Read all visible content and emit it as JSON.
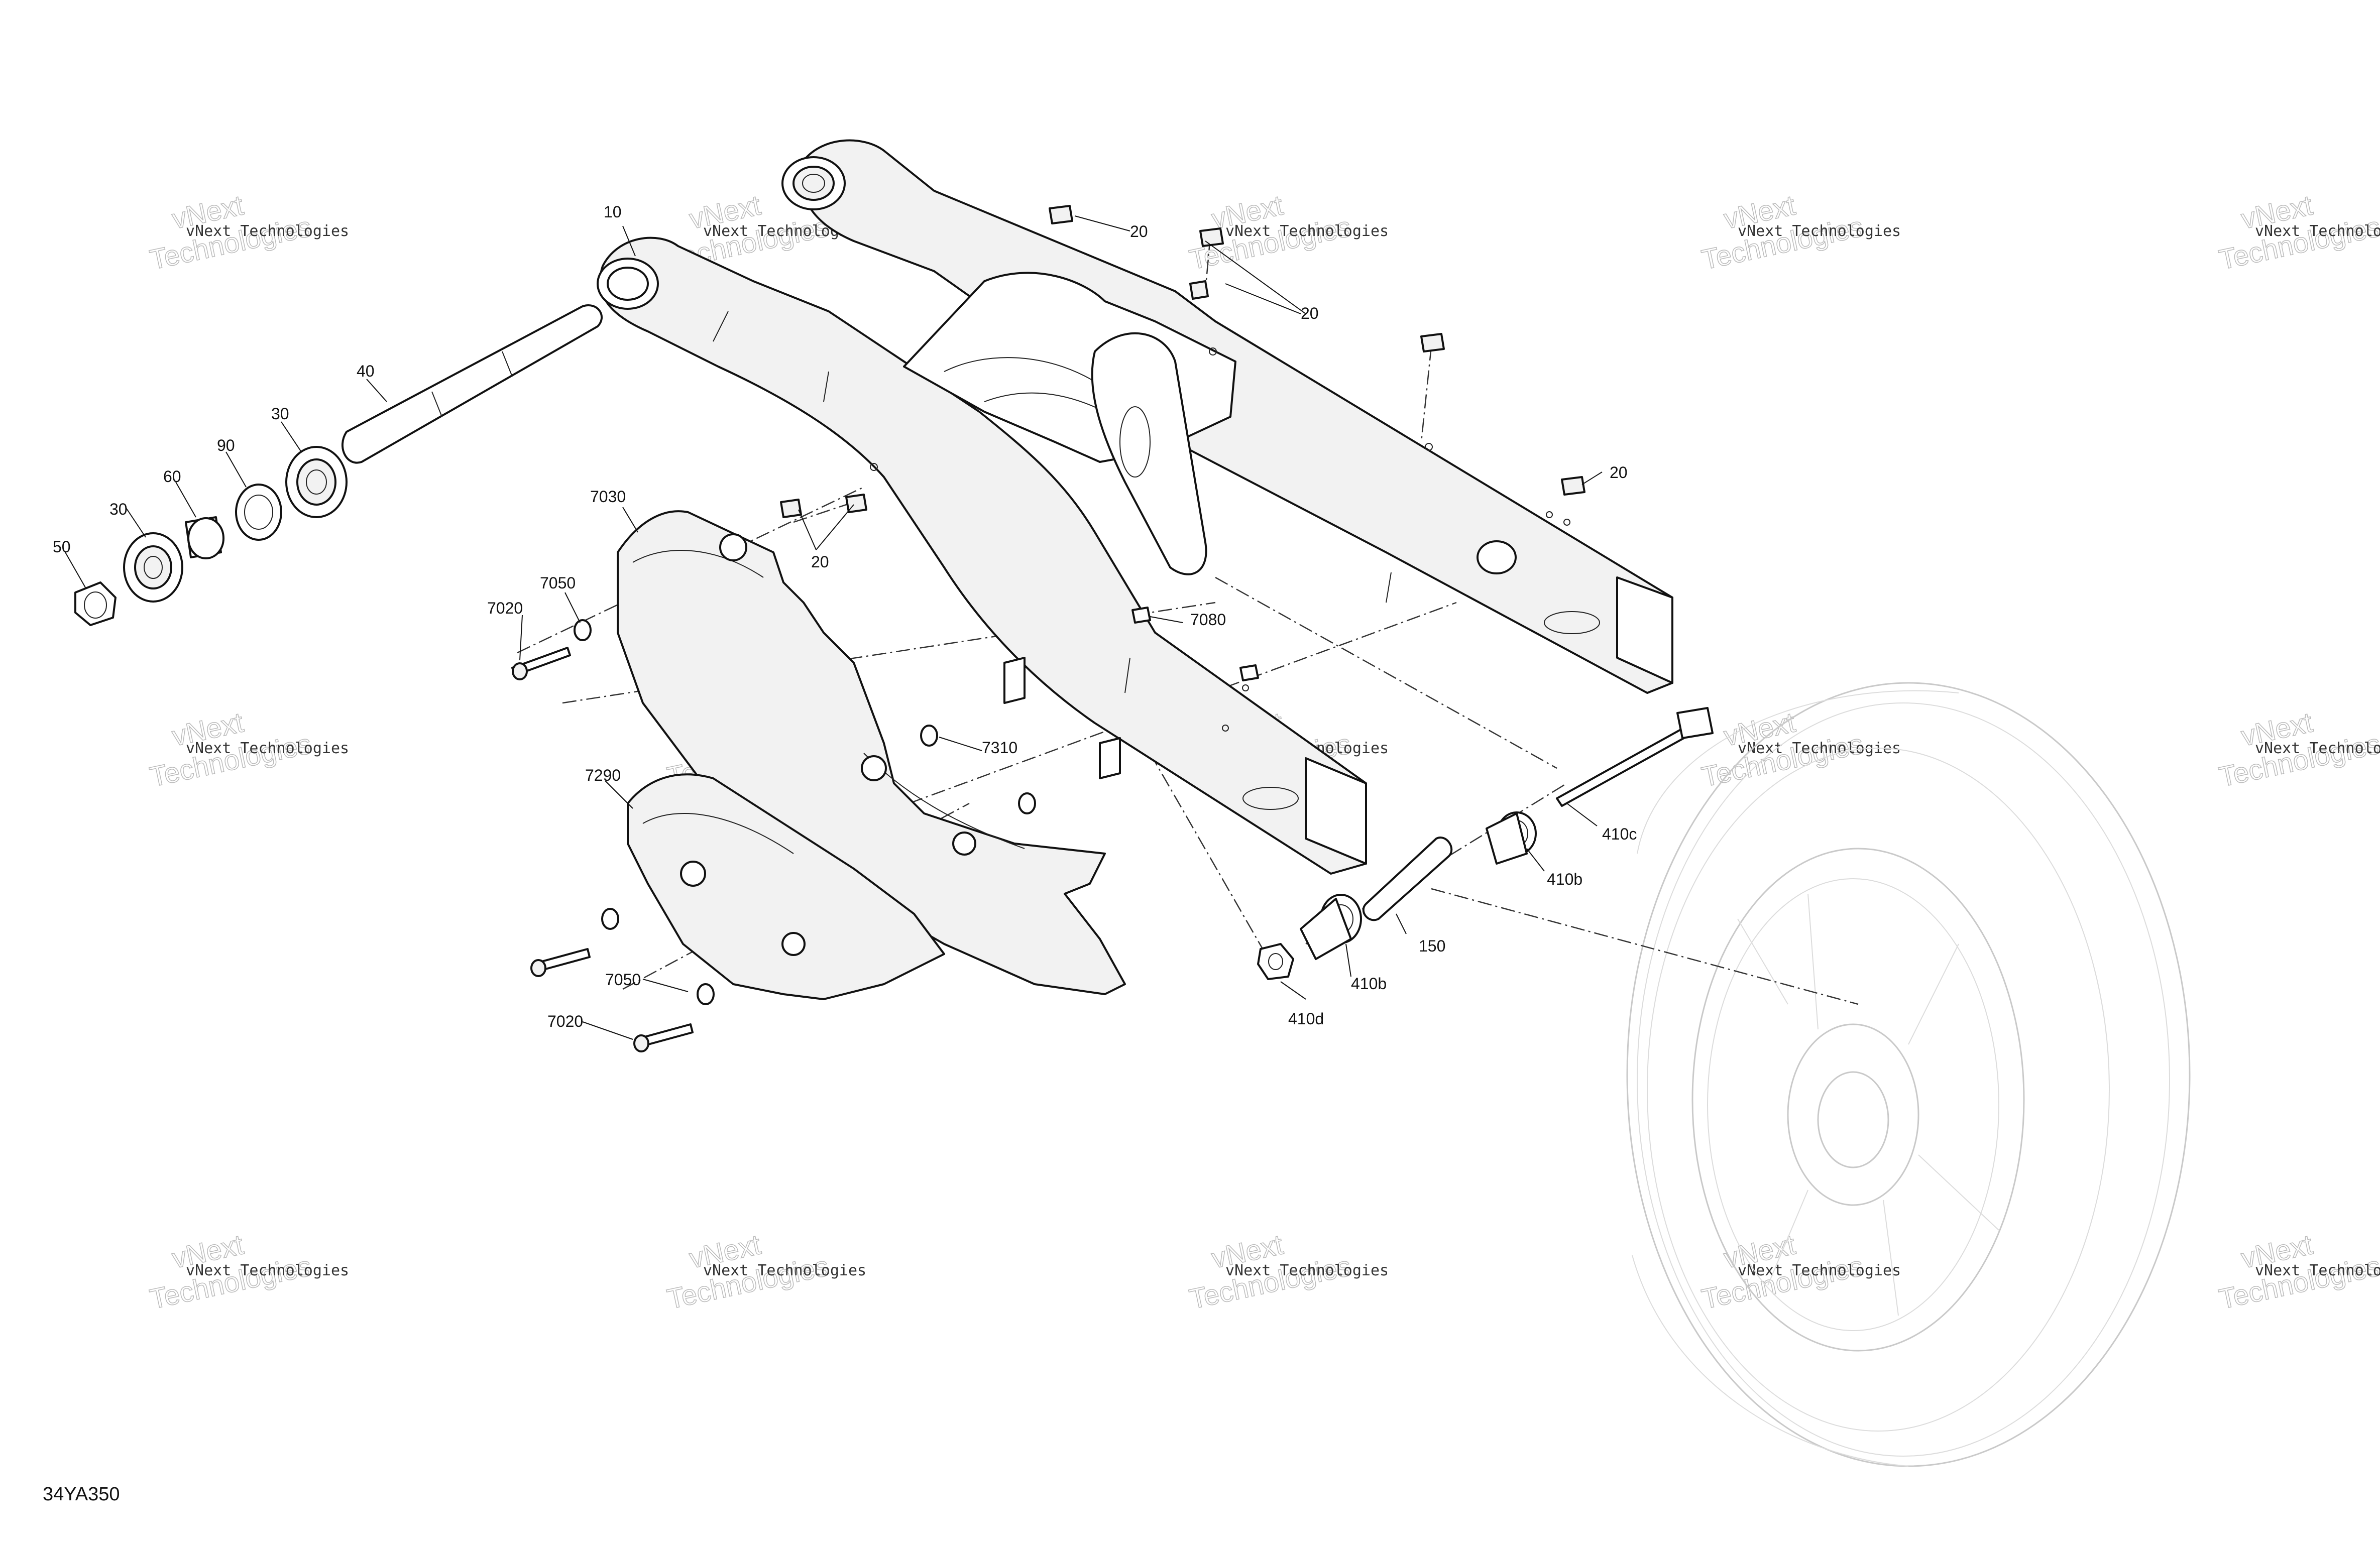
{
  "diagram_code": "34YA350",
  "watermark": {
    "line1": "vNext Technologies",
    "line2a": "vNext",
    "line2b": "Technologies"
  },
  "callouts": {
    "c10": "10",
    "c20a": "20",
    "c20b": "20",
    "c20c": "20",
    "c20d": "20",
    "c30a": "30",
    "c30b": "30",
    "c40": "40",
    "c50": "50",
    "c60": "60",
    "c90": "90",
    "c7030": "7030",
    "c7050a": "7050",
    "c7020a": "7020",
    "c7080": "7080",
    "c7310": "7310",
    "c7290": "7290",
    "c7050b": "7050",
    "c7020b": "7020",
    "c410c": "410c",
    "c410b_a": "410b",
    "c410b_b": "410b",
    "c150": "150",
    "c410d": "410d"
  }
}
